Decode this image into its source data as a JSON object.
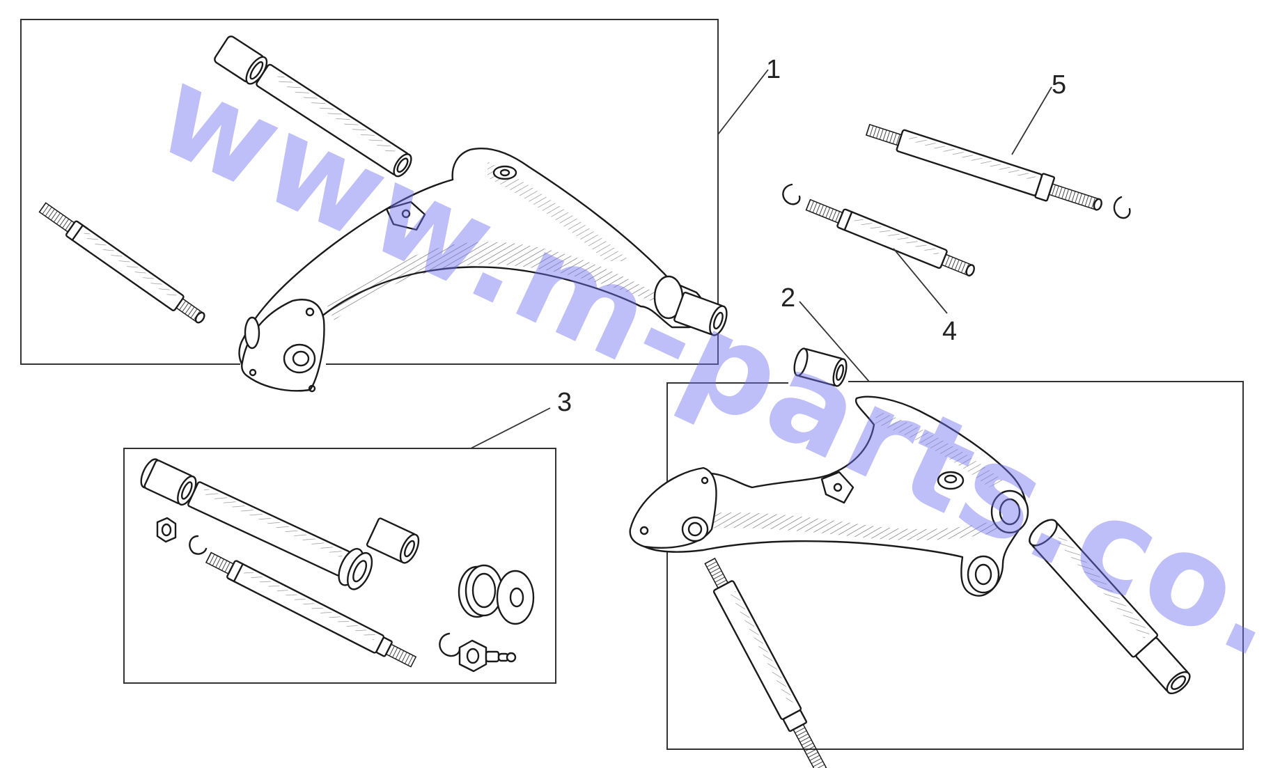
{
  "diagram": {
    "callouts": [
      {
        "id": "1",
        "label": "1"
      },
      {
        "id": "2",
        "label": "2"
      },
      {
        "id": "3",
        "label": "3"
      },
      {
        "id": "4",
        "label": "4"
      },
      {
        "id": "5",
        "label": "5"
      }
    ],
    "watermark": "www.m-parts.co.uk",
    "colors": {
      "ink": "#1a1a1a",
      "frame": "#333333",
      "watermark": "#6f6ff0",
      "background": "#ffffff"
    }
  }
}
